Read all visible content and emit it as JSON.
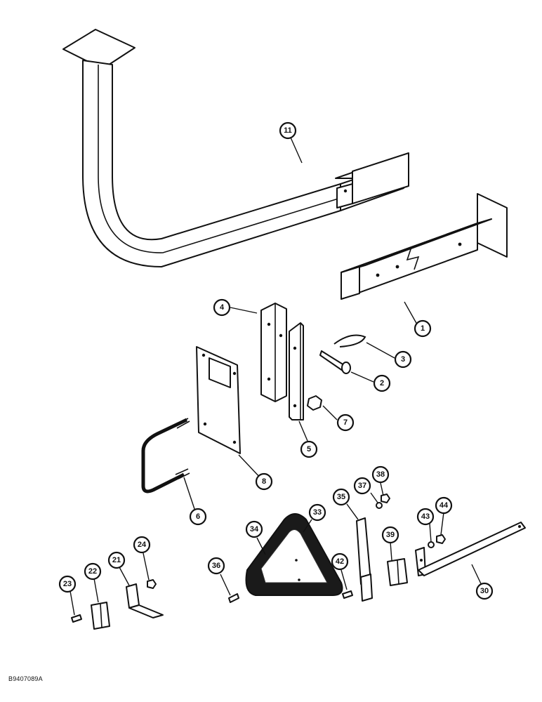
{
  "figure": {
    "reference_code": "B9407089A"
  },
  "callouts": [
    {
      "id": "c11",
      "label": "11"
    },
    {
      "id": "c1",
      "label": "1"
    },
    {
      "id": "c4",
      "label": "4"
    },
    {
      "id": "c3",
      "label": "3"
    },
    {
      "id": "c2",
      "label": "2"
    },
    {
      "id": "c7",
      "label": "7"
    },
    {
      "id": "c5",
      "label": "5"
    },
    {
      "id": "c8",
      "label": "8"
    },
    {
      "id": "c6",
      "label": "6"
    },
    {
      "id": "c33",
      "label": "33"
    },
    {
      "id": "c34",
      "label": "34"
    },
    {
      "id": "c35",
      "label": "35"
    },
    {
      "id": "c37",
      "label": "37"
    },
    {
      "id": "c38",
      "label": "38"
    },
    {
      "id": "c39",
      "label": "39"
    },
    {
      "id": "c43",
      "label": "43"
    },
    {
      "id": "c44",
      "label": "44"
    },
    {
      "id": "c30",
      "label": "30"
    },
    {
      "id": "c36",
      "label": "36"
    },
    {
      "id": "c42",
      "label": "42"
    },
    {
      "id": "c21",
      "label": "21"
    },
    {
      "id": "c24",
      "label": "24"
    },
    {
      "id": "c22",
      "label": "22"
    },
    {
      "id": "c23",
      "label": "23"
    }
  ]
}
